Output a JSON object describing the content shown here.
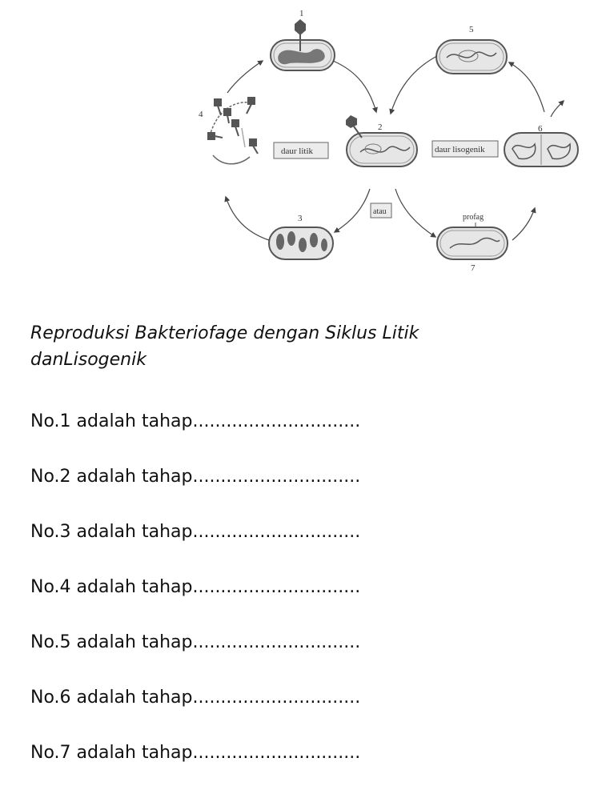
{
  "diagram": {
    "stage_numbers": [
      "1",
      "2",
      "3",
      "4",
      "5",
      "6",
      "7"
    ],
    "labels": {
      "lytic": "daur litik",
      "lysogenic": "daur lisogenik",
      "or": "atau",
      "prophage": "profag"
    }
  },
  "caption": {
    "line1": "Reproduksi Bakteriofage dengan Siklus Litik",
    "line2": "danLisogenik"
  },
  "questions": [
    "No.1 adalah tahap..............................",
    "No.2 adalah tahap..............................",
    "No.3 adalah tahap..............................",
    "No.4 adalah tahap..............................",
    "No.5 adalah tahap..............................",
    "No.6 adalah tahap..............................",
    "No.7 adalah tahap.............................."
  ]
}
